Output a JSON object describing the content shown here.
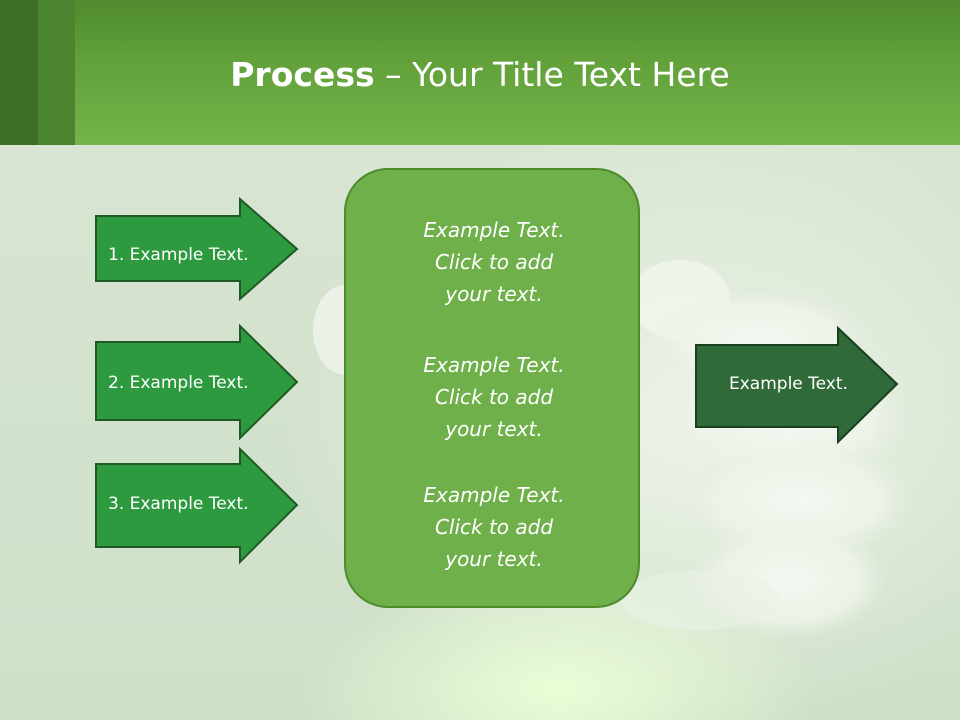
{
  "slide": {
    "title_bold": "Process",
    "title_rest": " – Your Title Text Here"
  },
  "inputs": [
    {
      "label": "1. Example Text."
    },
    {
      "label": "2. Example Text."
    },
    {
      "label": "3. Example Text."
    }
  ],
  "center": {
    "blocks": [
      {
        "line1": "Example Text.",
        "line2": "Click  to add",
        "line3": "your text."
      },
      {
        "line1": "Example Text.",
        "line2": "Click  to add",
        "line3": "your text."
      },
      {
        "line1": "Example Text.",
        "line2": "Click  to add",
        "line3": "your text."
      }
    ]
  },
  "output": {
    "label": "Example Text."
  },
  "colors": {
    "header": "#63a23b",
    "input_arrow": "#2e9a3f",
    "output_arrow": "#2f6a38",
    "center_box": "#6fb04a"
  }
}
